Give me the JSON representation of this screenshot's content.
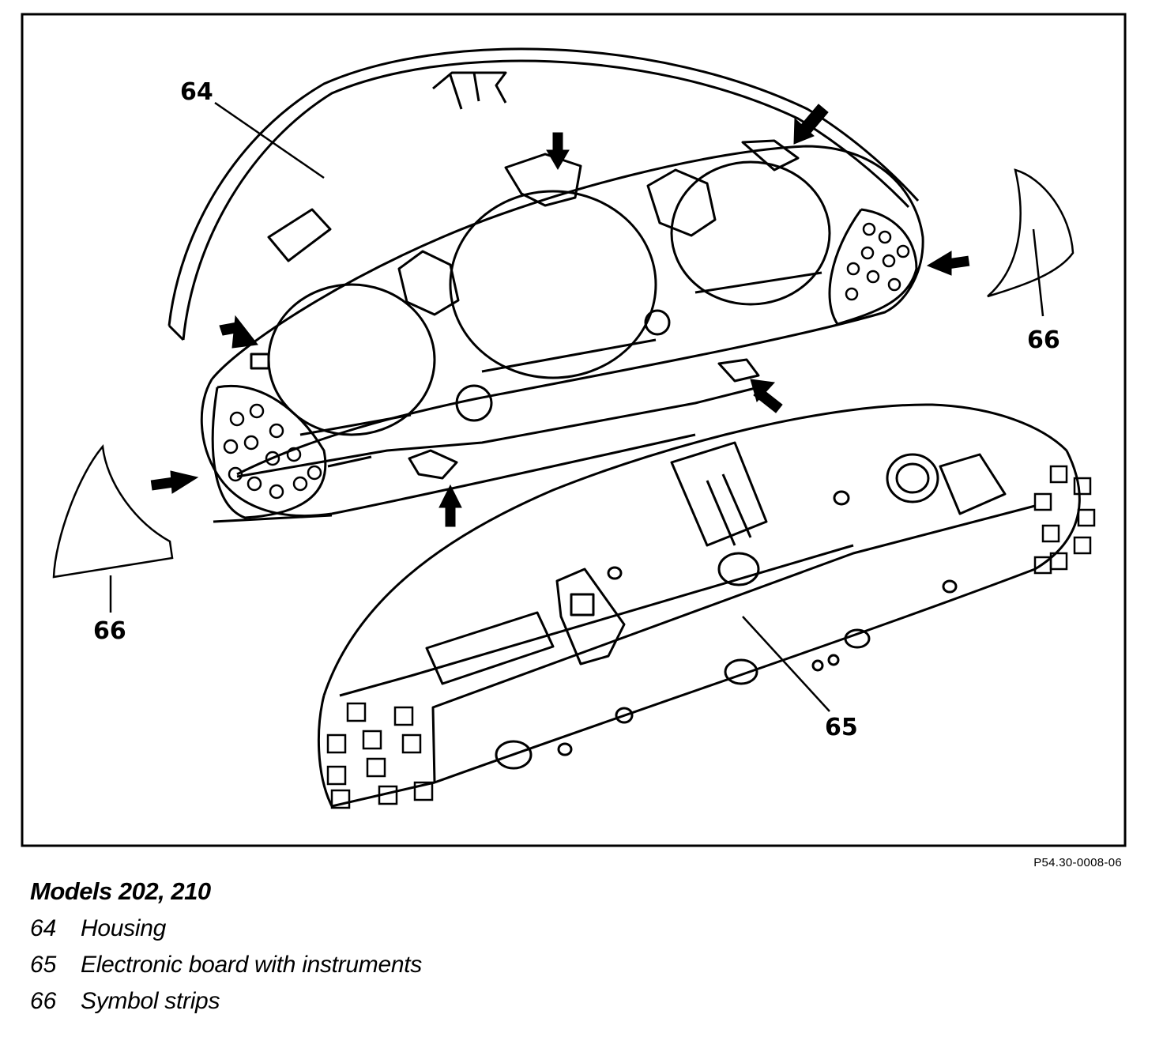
{
  "diagram": {
    "callouts": {
      "housing": "64",
      "board": "65",
      "strip_right": "66",
      "strip_left": "66"
    },
    "reference_code": "P54.30-0008-06"
  },
  "legend": {
    "title": "Models 202, 210",
    "items": [
      {
        "number": "64",
        "label": "Housing"
      },
      {
        "number": "65",
        "label": "Electronic board with instruments"
      },
      {
        "number": "66",
        "label": "Symbol strips"
      }
    ]
  }
}
